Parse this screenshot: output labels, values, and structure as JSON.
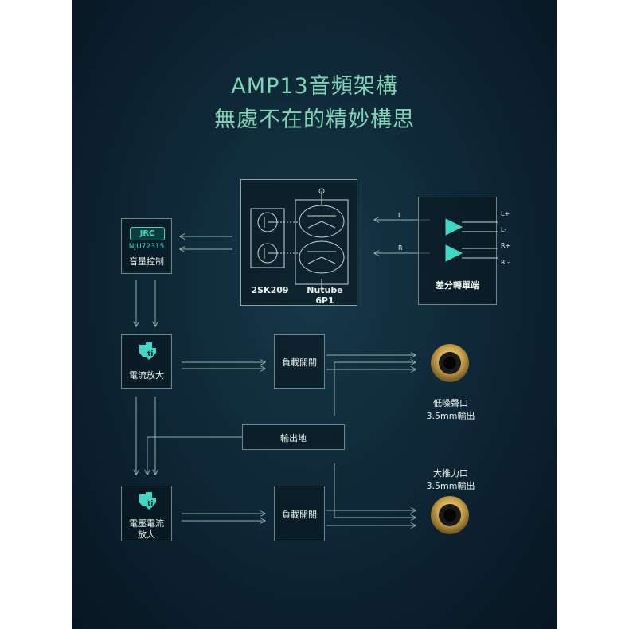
{
  "title": {
    "line1": "AMP13音頻架構",
    "line2": "無處不在的精妙構思"
  },
  "blocks": {
    "volume": {
      "logo": "JRC",
      "model": "NJU72315",
      "label": "音量控制"
    },
    "tube": {
      "left_label": "2SK209",
      "right_label": "Nutube 6P1"
    },
    "diff": {
      "label": "差分轉單端",
      "in_left": "L",
      "in_right": "R",
      "out_lp": "L+",
      "out_lm": "L-",
      "out_rp": "R+",
      "out_rm": "R -"
    },
    "current_amp": {
      "label": "電流放大"
    },
    "load_switch_1": {
      "label": "負載開關"
    },
    "output_ground": {
      "label": "輸出地"
    },
    "voltage_current_amp": {
      "label_line1": "電壓電流",
      "label_line2": "放大"
    },
    "load_switch_2": {
      "label": "負載開關"
    }
  },
  "jacks": {
    "low_noise": {
      "line1": "低噪聲口",
      "line2": "3.5mm輸出"
    },
    "high_power": {
      "line1": "大推力口",
      "line2": "3.5mm輸出"
    }
  },
  "colors": {
    "title": "#7fd4b4",
    "line": "#8fb3a6",
    "box_border": "#6e8a80",
    "accent": "#3fd8c4",
    "gold": "#c9a34a"
  },
  "icons": {
    "ti_logo": "texas-instruments-icon",
    "jack": "headphone-jack-icon",
    "op_amp": "op-amp-icon",
    "fet": "fet-transistor-icon",
    "tube": "vacuum-tube-icon"
  }
}
